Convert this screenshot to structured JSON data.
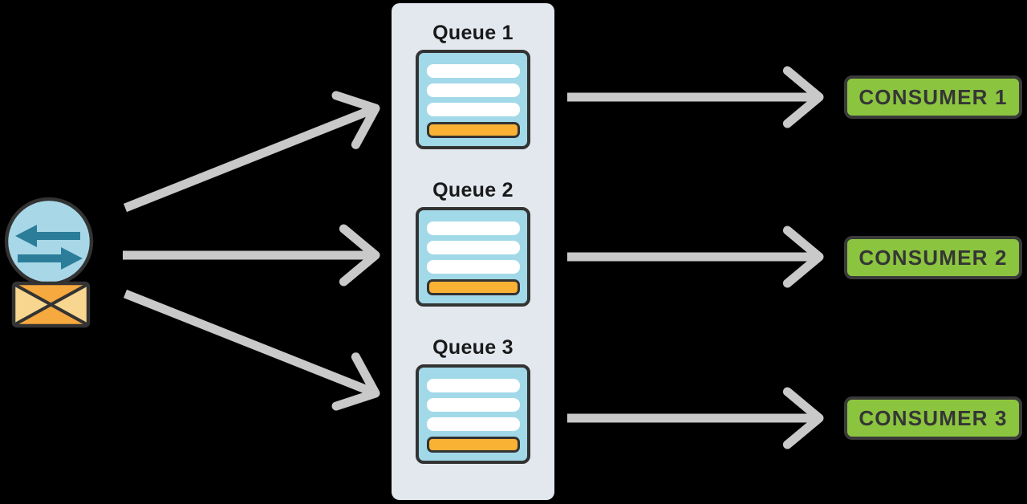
{
  "diagram": {
    "type": "message-queue-fanout",
    "producer": {
      "icon": "message-broker-icon",
      "elements": [
        "exchange-arrows-circle-icon",
        "envelope-icon"
      ]
    },
    "queues": [
      {
        "label": "Queue 1",
        "white_bars": 3,
        "highlight_bars": 1
      },
      {
        "label": "Queue 2",
        "white_bars": 3,
        "highlight_bars": 1
      },
      {
        "label": "Queue 3",
        "white_bars": 3,
        "highlight_bars": 1
      }
    ],
    "consumers": [
      {
        "label": "CONSUMER 1"
      },
      {
        "label": "CONSUMER 2"
      },
      {
        "label": "CONSUMER 3"
      }
    ],
    "colors": {
      "background": "#000000",
      "panel": "#e2e8ee",
      "queue_blue": "#a2d9e9",
      "bar_white": "#ffffff",
      "bar_orange": "#f9b234",
      "consumer_green": "#8bc53f",
      "arrow_gray": "#c9c9c9",
      "outline_dark": "#333333",
      "producer_circle_blue": "#a8d8e8",
      "producer_arrow_teal": "#2b7d99",
      "envelope_orange": "#f5a93e",
      "envelope_light": "#f8d68f"
    }
  }
}
